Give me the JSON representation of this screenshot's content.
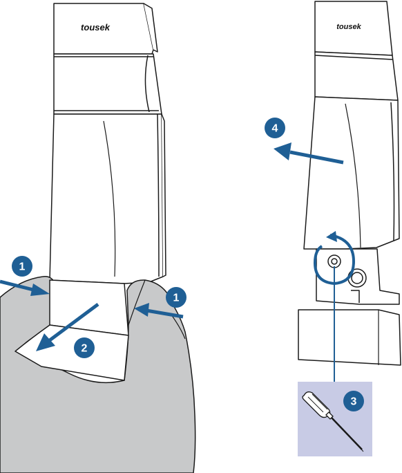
{
  "colors": {
    "accent": "#1f5f95",
    "hand": "#c8c9ca",
    "screwdriver_panel": "#c8cbe5",
    "line": "#1a1a1a",
    "background": "#ffffff"
  },
  "brand": {
    "logo_left": "tousek",
    "logo_right": "tousek"
  },
  "steps": [
    {
      "id": "1",
      "label": "1"
    },
    {
      "id": "2",
      "label": "2"
    },
    {
      "id": "3",
      "label": "3"
    },
    {
      "id": "4",
      "label": "4"
    }
  ],
  "icons": {
    "screwdriver": "screwdriver-icon",
    "rotate": "rotate-arrow-icon"
  }
}
